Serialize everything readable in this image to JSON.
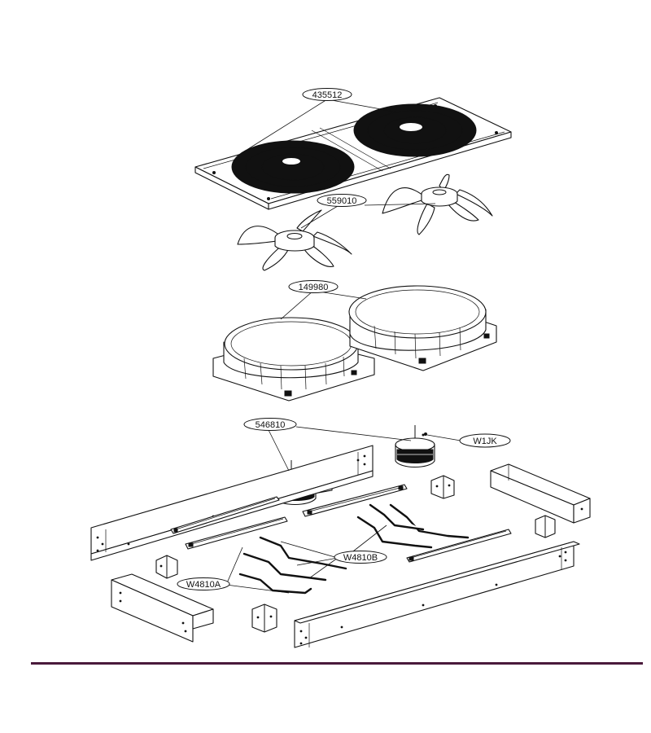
{
  "callouts": [
    {
      "id": "435512",
      "label": "435512"
    },
    {
      "id": "559010",
      "label": "559010"
    },
    {
      "id": "149980",
      "label": "149980"
    },
    {
      "id": "546810",
      "label": "546810"
    },
    {
      "id": "W1JK",
      "label": "W1JK"
    },
    {
      "id": "W4810B",
      "label": "W4810B"
    },
    {
      "id": "W4810A",
      "label": "W4810A"
    }
  ],
  "colors": {
    "line": "#111111",
    "background": "#ffffff",
    "footer_rule": "#4a1a3c"
  }
}
